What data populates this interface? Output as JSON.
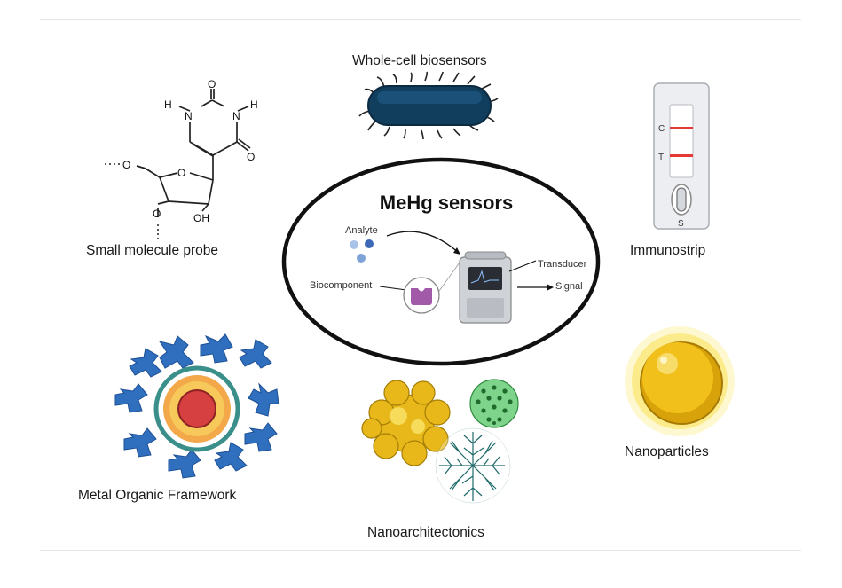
{
  "center": {
    "title": "MeHg sensors",
    "analyte": "Analyte",
    "biocomponent": "Biocomponent",
    "transducer": "Transducer",
    "signal": "Signal"
  },
  "labels": {
    "whole_cell": "Whole-cell biosensors",
    "small_molecule": "Small molecule probe",
    "immunostrip": "Immunostrip",
    "mof": "Metal Organic Framework",
    "nanoarch": "Nanoarchitectonics",
    "nanoparticles": "Nanoparticles"
  },
  "molecule": {
    "h1": "H",
    "n1": "N",
    "o1": "O",
    "n2": "N",
    "h2": "H",
    "o2": "O",
    "o_ester": "O",
    "o_ring": "O",
    "o_sub": "O",
    "oh": "OH"
  },
  "strip": {
    "c": "C",
    "t": "T",
    "s": "S"
  },
  "colors": {
    "bacteria": "#13486b",
    "strip_line": "#e53935",
    "gold": "#f5c518",
    "mof_blue": "#2f6fbe",
    "mof_core": "#d94343",
    "dots": "#2e8b3e",
    "purple": "#a05aa8"
  }
}
